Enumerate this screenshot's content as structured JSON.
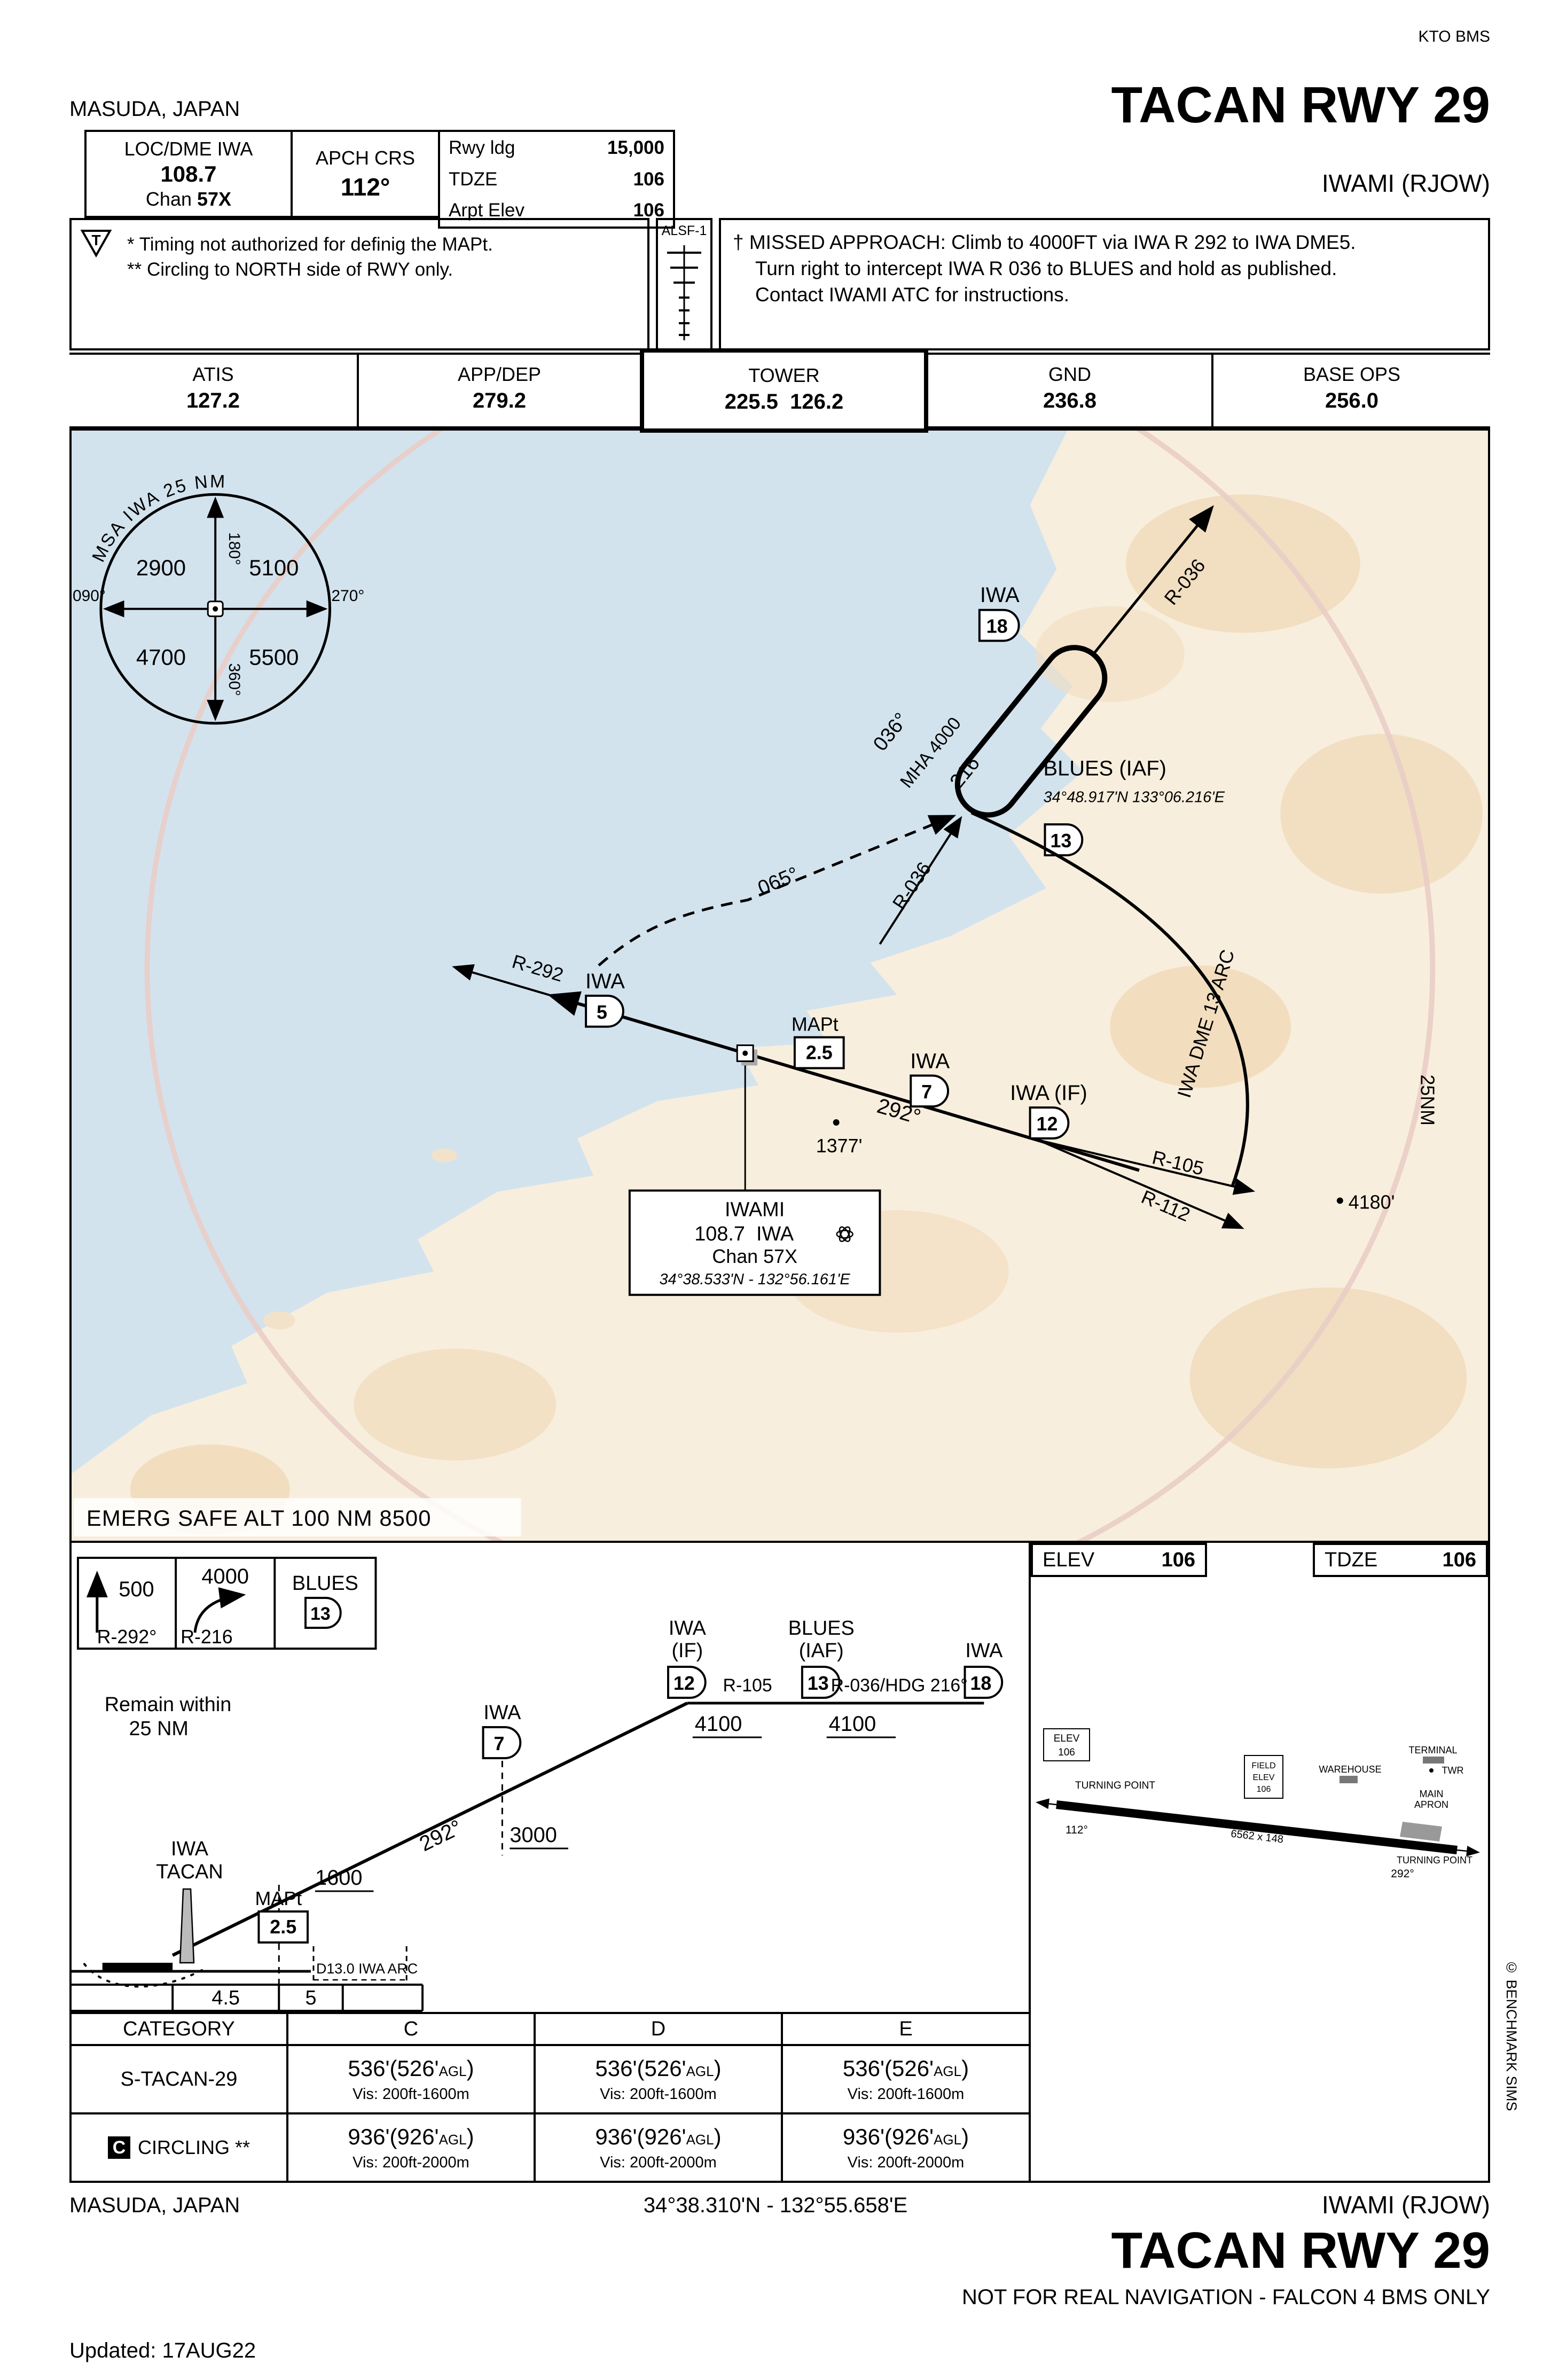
{
  "meta": {
    "publisher": "KTO BMS",
    "city": "MASUDA, JAPAN",
    "title": "TACAN RWY 29",
    "airport": "IWAMI (RJOW)",
    "footer_city": "MASUDA, JAPAN",
    "footer_coords": "34°38.310'N - 132°55.658'E",
    "footer_airport": "IWAMI (RJOW)",
    "footer_title": "TACAN RWY 29",
    "disclaimer": "NOT FOR REAL NAVIGATION - FALCON 4 BMS ONLY",
    "updated": "Updated: 17AUG22",
    "copyright": "© BENCHMARK SIMS"
  },
  "header": {
    "navaid": {
      "name": "LOC/DME IWA",
      "freq": "108.7",
      "chan_label": "Chan",
      "chan_value": "57X"
    },
    "apch": {
      "label": "APCH CRS",
      "value": "112°"
    },
    "rwy": {
      "r1_label": "Rwy ldg",
      "r1_value": "15,000",
      "r2_label": "TDZE",
      "r2_value": "106",
      "r3_label": "Arpt Elev",
      "r3_value": "106"
    },
    "notes": {
      "symbol": "T",
      "line1": "* Timing not authorized for definig the MAPt.",
      "line2": "** Circling to NORTH side of RWY only."
    },
    "alsf_label": "ALSF-1",
    "missed": {
      "dagger": "†",
      "line1": "MISSED APPROACH: Climb to 4000FT via IWA R 292 to IWA DME5.",
      "line2": "Turn right to intercept IWA R 036 to BLUES and hold as published.",
      "line3": "Contact IWAMI ATC for instructions."
    }
  },
  "freqs": [
    {
      "label": "ATIS",
      "value": "127.2"
    },
    {
      "label": "APP/DEP",
      "value": "279.2"
    },
    {
      "label": "TOWER",
      "value": "225.5  126.2"
    },
    {
      "label": "GND",
      "value": "236.8"
    },
    {
      "label": "BASE OPS",
      "value": "256.0"
    }
  ],
  "plan": {
    "msa": {
      "arc": "MSA IWA 25 NM",
      "b_top": "180°",
      "b_left": "090°",
      "b_right": "270°",
      "b_bottom": "360°",
      "alt_nw": "2900",
      "alt_ne": "5100",
      "alt_sw": "4700",
      "alt_se": "5500"
    },
    "iwa18": {
      "name": "IWA",
      "dme": "18"
    },
    "r036_hold": "R-036",
    "hold_inbound": "036°",
    "hold_mha": "MHA 4000",
    "hold_outbound": "216°",
    "blues": {
      "name": "BLUES (IAF)",
      "coords": "34°48.917'N 133°06.216'E",
      "dme": "13"
    },
    "crs065": "065°",
    "r036_blues": "R-036",
    "r292": "R-292",
    "iwa5": {
      "name": "IWA",
      "dme": "5"
    },
    "mapt": {
      "name": "MAPt",
      "dme": "2.5"
    },
    "iwa7": {
      "name": "IWA",
      "dme": "7"
    },
    "crs292": "292°",
    "spot_1377": "1377'",
    "iwa12": {
      "name": "IWA (IF)",
      "dme": "12"
    },
    "r105": "R-105",
    "r112": "R-112",
    "dme_arc": "IWA DME 13 ARC",
    "ring": "25NM",
    "spot_4180": "4180'",
    "navbox": {
      "name": "IWAMI",
      "freq": "108.7  IWA",
      "chan": "Chan 57X",
      "coords": "34°38.533'N - 132°56.161'E"
    },
    "emerg": "EMERG SAFE ALT 100 NM 8500"
  },
  "profile": {
    "climb1": {
      "alt": "500",
      "radial": "R-292°"
    },
    "climb2": {
      "alt": "4000",
      "radial": "R-216"
    },
    "hold_exit": {
      "name": "BLUES",
      "dme": "13"
    },
    "remain_1": "Remain within",
    "remain_2": "25 NM",
    "fix12": {
      "name": "IWA",
      "qual": "(IF)",
      "dme": "12"
    },
    "fix13": {
      "name": "BLUES",
      "qual": "(IAF)",
      "dme": "13"
    },
    "fix18": {
      "name": "IWA",
      "dme": "18"
    },
    "seg105": {
      "radial": "R-105",
      "alt": "4100"
    },
    "seg036": {
      "radial": "R-036/HDG 216°",
      "alt": "4100"
    },
    "fix7": {
      "name": "IWA",
      "dme": "7",
      "alt": "3000"
    },
    "crs292": "292°",
    "tacan_1": "IWA",
    "tacan_2": "TACAN",
    "mapt": {
      "name": "MAPt",
      "dme": "2.5"
    },
    "alt_1600": "1600",
    "arc_note": "D13.0 IWA ARC",
    "dist_45": "4.5",
    "dist_5": "5",
    "elev": {
      "label": "ELEV",
      "value": "106"
    },
    "tdze": {
      "label": "TDZE",
      "value": "106"
    }
  },
  "sketch": {
    "elev_1": "ELEV",
    "elev_2": "106",
    "turning_left": "TURNING POINT",
    "hdg_112": "112°",
    "field_1": "FIELD",
    "field_2": "ELEV",
    "field_3": "106",
    "warehouse": "WAREHOUSE",
    "terminal": "TERMINAL",
    "twr": "TWR",
    "apron_1": "MAIN",
    "apron_2": "APRON",
    "dims": "6562 x 148",
    "hdg_292": "292°",
    "turning_right": "TURNING POINT"
  },
  "minimums": {
    "header": [
      "CATEGORY",
      "C",
      "D",
      "E"
    ],
    "rows": [
      {
        "category": "S-TACAN-29",
        "cells": [
          {
            "alt": "536'(526'",
            "sub": "AGL",
            "tail": ")",
            "vis": "Vis: 200ft-1600m"
          },
          {
            "alt": "536'(526'",
            "sub": "AGL",
            "tail": ")",
            "vis": "Vis: 200ft-1600m"
          },
          {
            "alt": "536'(526'",
            "sub": "AGL",
            "tail": ")",
            "vis": "Vis: 200ft-1600m"
          }
        ]
      },
      {
        "category": "CIRCLING **",
        "badge": "C",
        "cells": [
          {
            "alt": "936'(926'",
            "sub": "AGL",
            "tail": ")",
            "vis": "Vis: 200ft-2000m"
          },
          {
            "alt": "936'(926'",
            "sub": "AGL",
            "tail": ")",
            "vis": "Vis: 200ft-2000m"
          },
          {
            "alt": "936'(926'",
            "sub": "AGL",
            "tail": ")",
            "vis": "Vis: 200ft-2000m"
          }
        ]
      }
    ]
  }
}
